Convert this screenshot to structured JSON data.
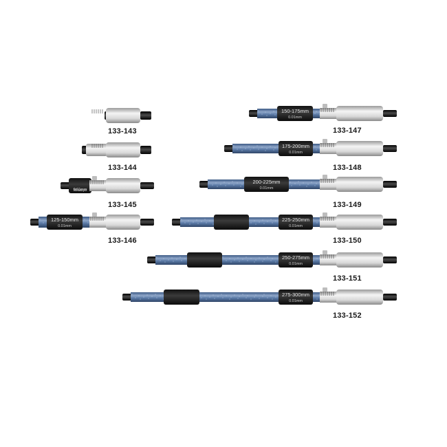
{
  "micrometers": [
    {
      "model": "133-143",
      "range_text": "",
      "resolution_text": ""
    },
    {
      "model": "133-144",
      "range_text": "",
      "resolution_text": ""
    },
    {
      "model": "133-145",
      "range_text": "",
      "resolution_text": "0.01mm",
      "brand": "Mitutoyo"
    },
    {
      "model": "133-146",
      "range_text": "125-150mm",
      "resolution_text": "0.01mm"
    },
    {
      "model": "133-147",
      "range_text": "150-175mm",
      "resolution_text": "0.01mm"
    },
    {
      "model": "133-148",
      "range_text": "175-200mm",
      "resolution_text": "0.01mm"
    },
    {
      "model": "133-149",
      "range_text": "200-225mm",
      "resolution_text": "0.01mm"
    },
    {
      "model": "133-150",
      "range_text": "225-250mm",
      "resolution_text": "0.01mm"
    },
    {
      "model": "133-151",
      "range_text": "250-275mm",
      "resolution_text": "0.01mm"
    },
    {
      "model": "133-152",
      "range_text": "275-300mm",
      "resolution_text": "0.01mm"
    }
  ],
  "colors": {
    "rod_blue": "#5b7aa6",
    "rod_speckle": "#8fa7c9",
    "grip_black": "#1c1c1c",
    "thimble_silver": "#d8d8d8",
    "tip_dark": "#222222"
  }
}
